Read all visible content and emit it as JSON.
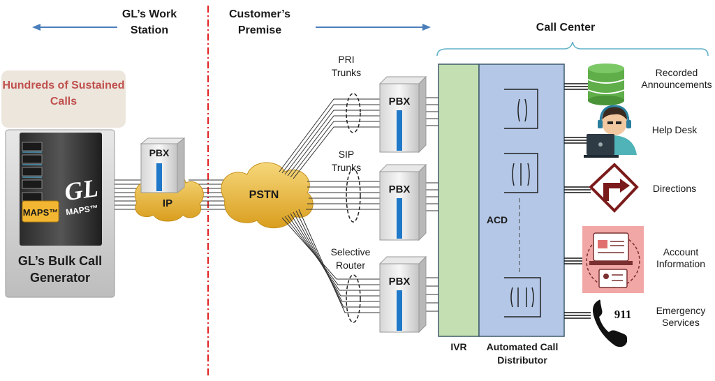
{
  "regions": {
    "workstation": "GL’s Work Station",
    "premise": "Customer’s Premise",
    "call_center": "Call Center"
  },
  "badge": {
    "text": "Hundreds of Sustained Calls"
  },
  "generator": {
    "logo_gl": "GL",
    "logo_maps": "MAPS™",
    "label_maps": "MAPS™",
    "title": "GL’s Bulk Call Generator"
  },
  "network": {
    "pbx_ws": "PBX",
    "ip_cloud": "IP",
    "pstn_cloud": "PSTN",
    "pbx_1": "PBX",
    "pbx_2": "PBX",
    "pbx_3": "PBX"
  },
  "trunks": {
    "pri": "PRI Trunks",
    "sip": "SIP Trunks",
    "router": "Selective Router"
  },
  "call_center": {
    "ivr": "IVR",
    "acd_short": "ACD",
    "acd_full": "Automated Call Distributor"
  },
  "services": [
    {
      "label": "Recorded Announcements",
      "icon": "database-icon"
    },
    {
      "label": "Help Desk",
      "icon": "agent-headset-icon"
    },
    {
      "label": "Directions",
      "icon": "direction-arrow-icon"
    },
    {
      "label": "Account Information",
      "icon": "account-info-icon"
    },
    {
      "label": "Emergency Services",
      "icon": "phone-icon",
      "number": "911"
    }
  ],
  "colors": {
    "arrow": "#4a7ebb",
    "divider": "#e02020",
    "ivr": "#c4e0b2",
    "acd": "#b4c7e7",
    "border": "#3d5a6b",
    "cloud": "#e4b644",
    "badge_text": "#c0504d",
    "badge_bg": "#ece6dd",
    "brace": "#5fb0c9",
    "db": "#5fae49",
    "direction": "#7b1a1a",
    "account_bg": "#f2a7a7"
  }
}
